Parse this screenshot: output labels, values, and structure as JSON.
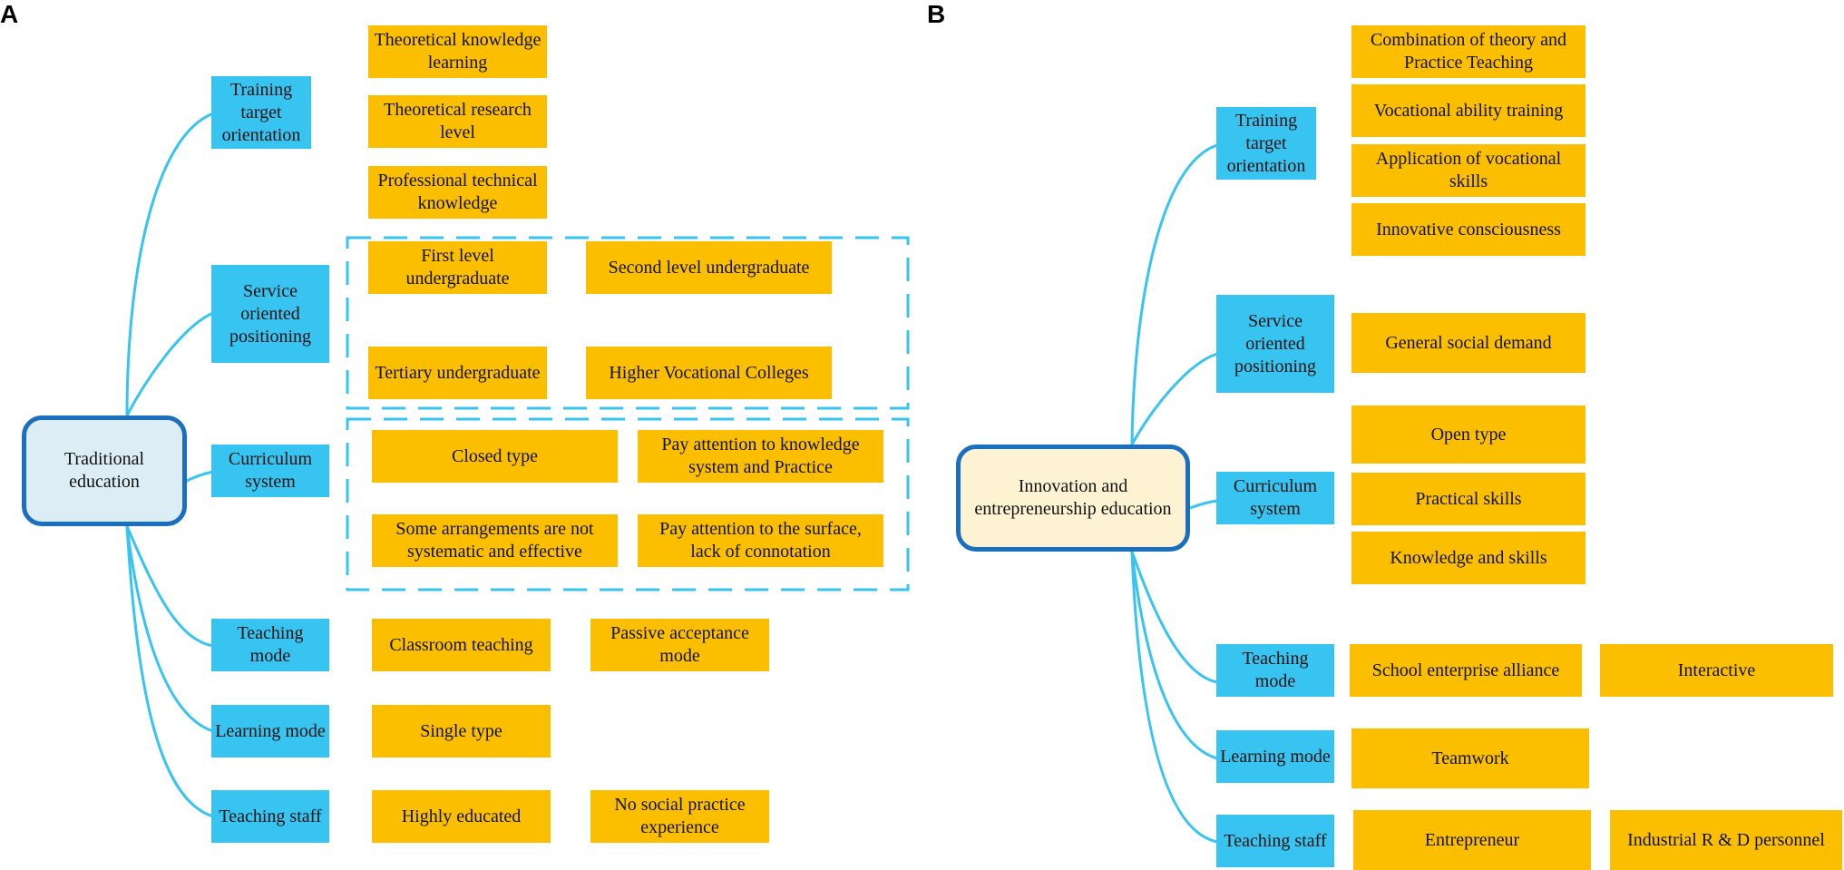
{
  "panels": [
    {
      "label": "A",
      "root": "Traditional education",
      "categories": [
        "Training target orientation",
        "Service oriented positioning",
        "Curriculum system",
        "Teaching mode",
        "Learning mode",
        "Teaching staff"
      ],
      "items": [
        "Theoretical knowledge learning",
        "Theoretical research level",
        "Professional technical knowledge",
        "First level undergraduate",
        "Second level undergraduate",
        "Tertiary undergraduate",
        "Higher Vocational Colleges",
        "Closed type",
        "Pay attention to knowledge system and Practice",
        "Some arrangements are not systematic and effective",
        "Pay attention to the surface, lack of connotation",
        "Classroom teaching",
        "Passive acceptance mode",
        "Single type",
        "Highly educated",
        "No social practice experience"
      ]
    },
    {
      "label": "B",
      "root": "Innovation and entrepreneurship education",
      "categories": [
        "Training target orientation",
        "Service oriented positioning",
        "Curriculum system",
        "Teaching mode",
        "Learning mode",
        "Teaching staff"
      ],
      "items": [
        "Combination of theory and Practice Teaching",
        "Vocational ability training",
        "Application of vocational skills",
        "Innovative consciousness",
        "General social demand",
        "Open type",
        "Practical skills",
        "Knowledge and skills",
        "School enterprise alliance",
        "Interactive",
        "Teamwork",
        "Entrepreneur",
        "Industrial R & D personnel"
      ]
    }
  ],
  "colors": {
    "category_fill": "#38c4f0",
    "item_fill": "#fcbf00",
    "root_border": "#1a6fc0",
    "connector": "#38c4f0"
  }
}
